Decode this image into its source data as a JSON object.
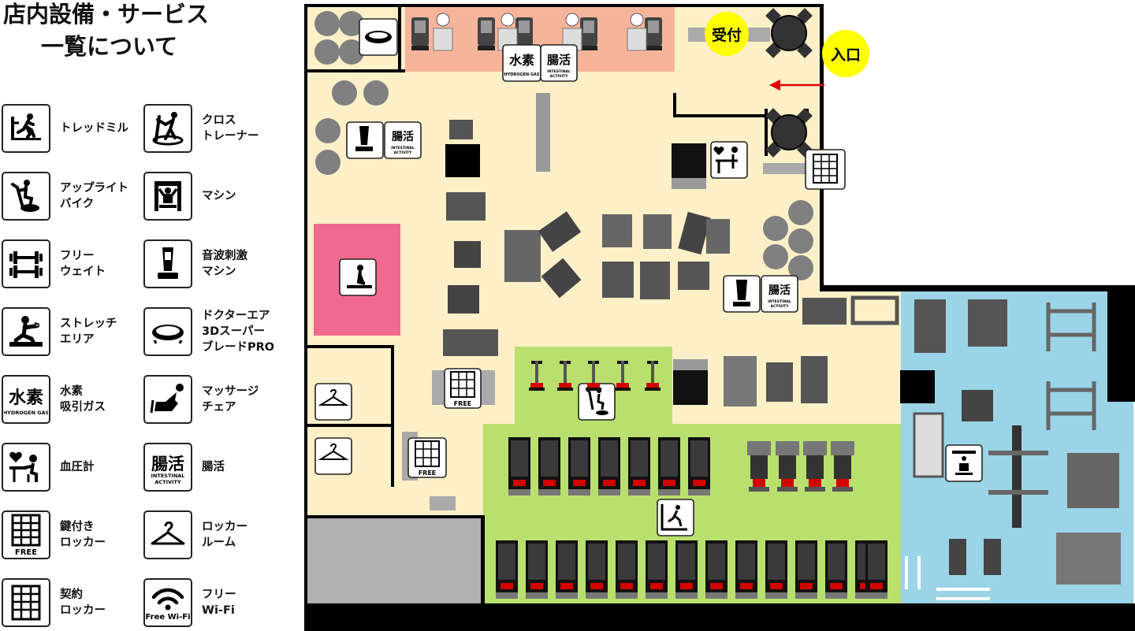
{
  "title": {
    "line1": "店内設備・サービス",
    "line2": "一覧について"
  },
  "legend": [
    {
      "label": "トレッドミル",
      "icon": "treadmill-icon"
    },
    {
      "label": "クロス\nトレーナー",
      "icon": "cross-trainer-icon"
    },
    {
      "label": "アップライト\nバイク",
      "icon": "upright-bike-icon"
    },
    {
      "label": "マシン",
      "icon": "machine-icon"
    },
    {
      "label": "フリー\nウェイト",
      "icon": "free-weight-icon"
    },
    {
      "label": "音波刺激\nマシン",
      "icon": "sonic-machine-icon"
    },
    {
      "label": "ストレッチ\nエリア",
      "icon": "stretch-icon"
    },
    {
      "label": "ドクターエア\n3Dスーパー\nブレードPRO",
      "icon": "vibration-plate-icon"
    },
    {
      "label": "水素\n吸引ガス",
      "icon": "hydrogen-icon"
    },
    {
      "label": "マッサージ\nチェア",
      "icon": "massage-chair-icon"
    },
    {
      "label": "血圧計",
      "icon": "blood-pressure-icon"
    },
    {
      "label": "腸活",
      "icon": "intestinal-icon"
    },
    {
      "label": "鍵付き\nロッカー",
      "icon": "key-locker-icon"
    },
    {
      "label": "ロッカー\nルーム",
      "icon": "hanger-icon"
    },
    {
      "label": "契約\nロッカー",
      "icon": "contract-locker-icon"
    },
    {
      "label": "フリー\nWi-Fi",
      "icon": "wifi-icon"
    }
  ],
  "icon_text": {
    "hydrogen_big": "水素",
    "hydrogen_small": "HYDROGEN GAS",
    "intestinal_big": "腸活",
    "intestinal_small": "INTESTINAL\nACTIVITY",
    "free": "FREE",
    "wifi": "Free Wi-Fi"
  },
  "map": {
    "reception_label": "受付",
    "entrance_label": "入口",
    "hydrogen_label": "水素",
    "intestinal_label": "腸活",
    "free_label": "FREE"
  },
  "colors": {
    "floor": "#fdf0c8",
    "massage_zone": "#f6b59b",
    "stretch_area": "#f06a8f",
    "cardio_zone": "#b9e06e",
    "free_weight_zone": "#9bd4e6",
    "locker_room": "#b0b0b0",
    "badge_yellow": "#ffff00",
    "arrow_red": "#e00000",
    "wall": "#000000"
  }
}
